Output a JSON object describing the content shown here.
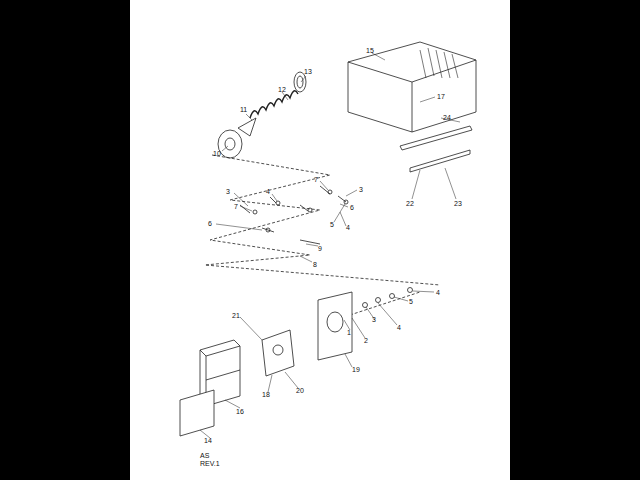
{
  "diagram": {
    "labels": [
      "15",
      "13",
      "12",
      "11",
      "10",
      "17",
      "24",
      "22",
      "23",
      "7",
      "3",
      "3",
      "4",
      "6",
      "7",
      "6",
      "5",
      "4",
      "9",
      "8",
      "4",
      "5",
      "4",
      "3",
      "2",
      "1",
      "21",
      "19",
      "20",
      "18",
      "16",
      "14",
      "AS",
      "REV.1"
    ]
  }
}
